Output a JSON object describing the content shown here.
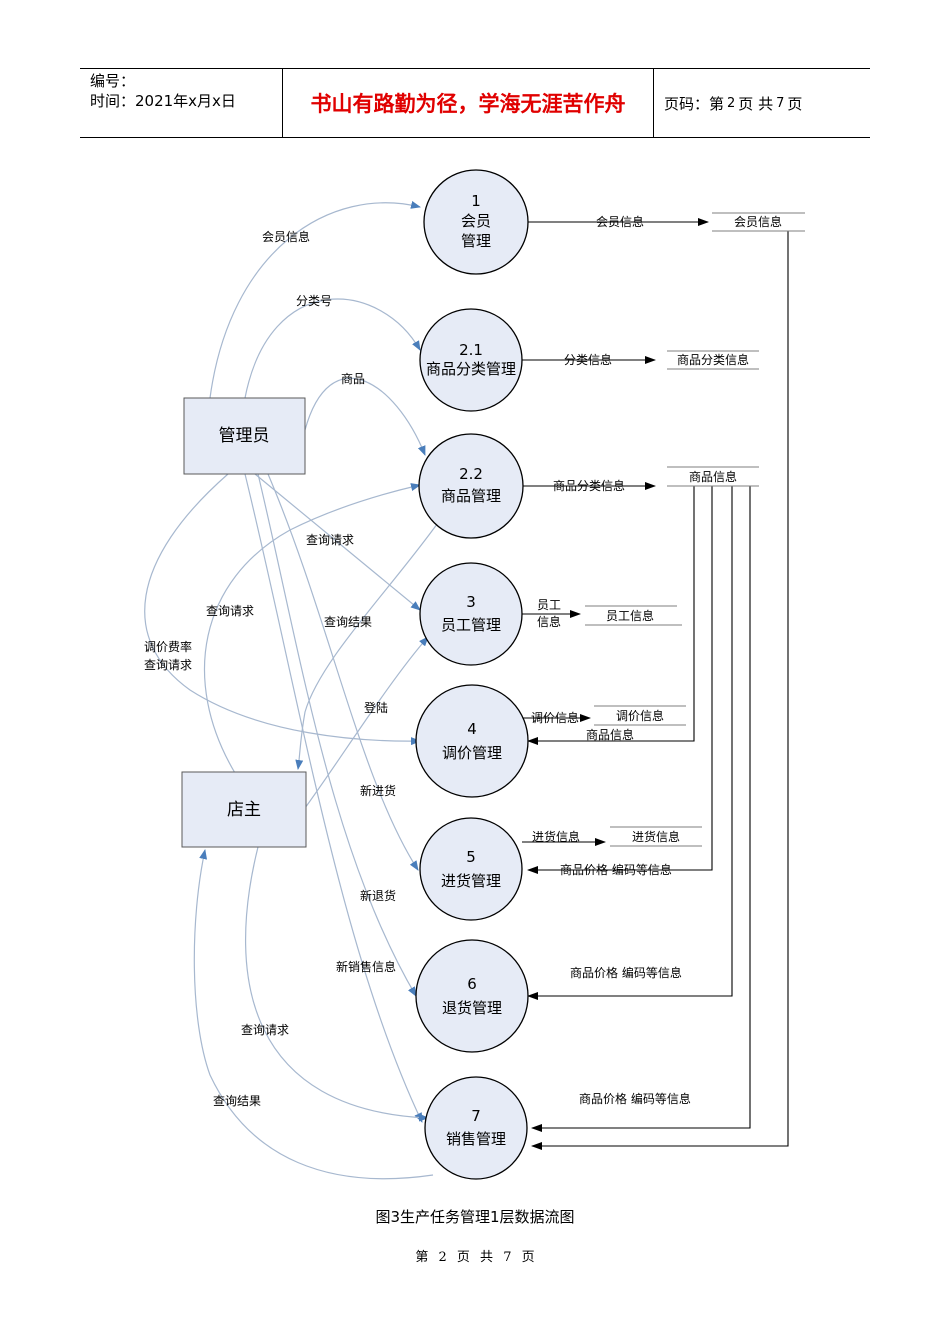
{
  "header": {
    "line1": "编号：",
    "line2": "时间：2021年x月x日",
    "motto": "书山有路勤为径，学海无涯苦作舟",
    "page_prefix": "页码：第",
    "page_num": "2",
    "page_mid": "页 共",
    "page_total": "7",
    "page_suffix": "页"
  },
  "entities": {
    "admin": "管理员",
    "owner": "店主"
  },
  "processes": [
    {
      "id": "1",
      "name": "会员",
      "name2": "管理"
    },
    {
      "id": "2.1",
      "name": "商品分类管理"
    },
    {
      "id": "2.2",
      "name": "商品管理"
    },
    {
      "id": "3",
      "name": "员工管理"
    },
    {
      "id": "4",
      "name": "调价管理"
    },
    {
      "id": "5",
      "name": "进货管理"
    },
    {
      "id": "6",
      "name": "退货管理"
    },
    {
      "id": "7",
      "name": "销售管理"
    }
  ],
  "stores": [
    "会员信息",
    "商品分类信息",
    "商品信息",
    "员工信息",
    "调价信息",
    "进货信息"
  ],
  "flows": {
    "admin_member": "会员信息",
    "admin_category": "分类号",
    "admin_goods": "商品",
    "admin_query1": "查询请求",
    "owner_query_goods": "查询请求",
    "goods_result": "查询结果",
    "price_query_1": "调价费率",
    "price_query_2": "查询请求",
    "login": "登陆",
    "new_stock": "新进货",
    "new_return": "新退货",
    "new_sale": "新销售信息",
    "owner_query_sale": "查询请求",
    "sale_result": "查询结果",
    "p1_out": "会员信息",
    "p21_out": "分类信息",
    "p22_out": "商品分类信息",
    "p3_out_1": "员工",
    "p3_out_2": "信息",
    "p4_out": "调价信息",
    "p4_in": "商品信息",
    "p5_out": "进货信息",
    "p5_in": "商品价格 编码等信息",
    "p6_in": "商品价格 编码等信息",
    "p7_in": "商品价格 编码等信息"
  },
  "caption": "图3生产任务管理1层数据流图",
  "footer": "第 2 页 共 7 页",
  "colors": {
    "process_fill": "#e6ebf6",
    "entity_fill": "#e6ebf6",
    "blue_line": "#a7b8cf",
    "arrow_blue": "#4a7ebb",
    "black_line": "#000000",
    "motto_red": "#e00000"
  }
}
